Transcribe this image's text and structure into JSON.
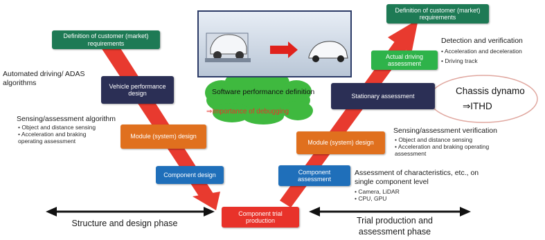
{
  "colors": {
    "dark_green": "#1e7a55",
    "light_green": "#2eb34a",
    "navy": "#2b2f55",
    "orange": "#e0701e",
    "blue": "#1f6fba",
    "red": "#e8322a",
    "arrow_red": "#e83a2f",
    "cloud_green": "#3fb93f",
    "bubble_border": "#e0a79f"
  },
  "left": {
    "def_req": "Definition of customer (market) requirements",
    "vehicle_perf": "Vehicle performance design",
    "module_design": "Module (system) design",
    "component_design": "Component design",
    "label_ad": "Automated driving/ ADAS algorithms",
    "label_sensing": "Sensing/assessment algorithm",
    "sensing_items": [
      "• Object and distance sensing",
      "• Acceleration and braking operating assessment"
    ]
  },
  "center": {
    "trial": "Component trial production",
    "cloud_title": "Software performance definition",
    "cloud_sub": "⇒Importance of debugging"
  },
  "right": {
    "def_req": "Definition of customer (market) requirements",
    "actual_driving": "Actual driving assessment",
    "stationary": "Stationary assessment",
    "module_design": "Module (system) design",
    "component_assess": "Component assessment",
    "detection_title": "Detection and verification",
    "detection_items": [
      "• Acceleration and deceleration",
      "• Driving track"
    ],
    "bubble_line1": "Chassis dynamo",
    "bubble_line2": "⇒ITHD",
    "sensing_title": "Sensing/assessment verification",
    "sensing_items": [
      "• Object and distance sensing",
      "• Acceleration and braking operating assessment"
    ],
    "characteristics_title": "Assessment of characteristics, etc., on single component level",
    "characteristics_items": [
      "• Camera, LiDAR",
      "• CPU, GPU"
    ]
  },
  "phases": {
    "left": "Structure and design phase",
    "right": "Trial production and assessment phase"
  },
  "icons": [
    "vehicle-photo",
    "double-arrow"
  ]
}
